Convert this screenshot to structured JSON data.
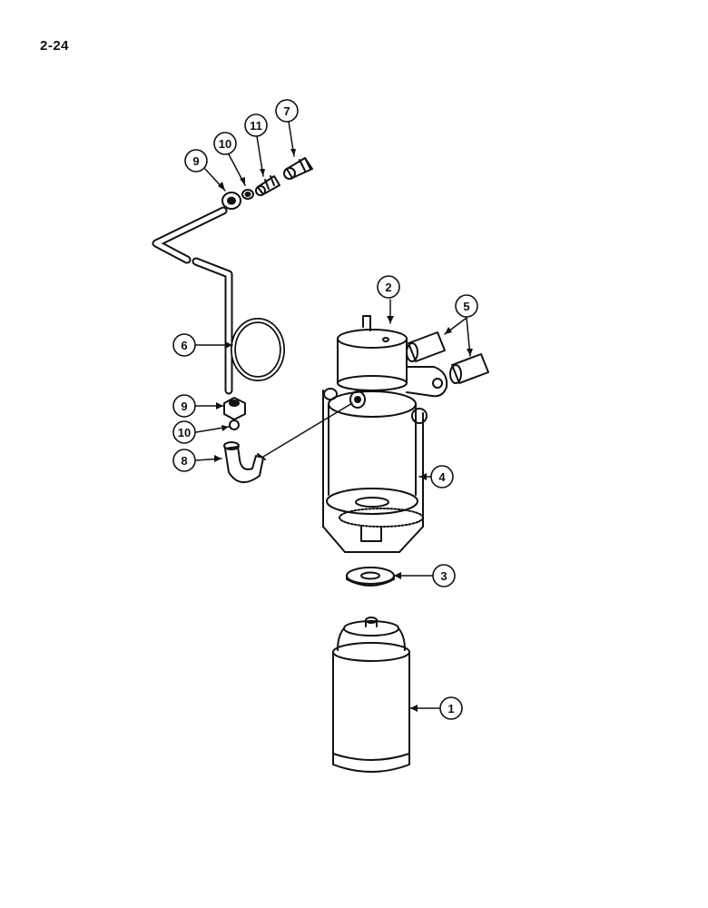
{
  "page": {
    "number": "2-24"
  },
  "callouts": [
    {
      "label": "1"
    },
    {
      "label": "2"
    },
    {
      "label": "3"
    },
    {
      "label": "4"
    },
    {
      "label": "5"
    },
    {
      "label": "6"
    },
    {
      "label": "7"
    },
    {
      "label": "8"
    },
    {
      "label": "9"
    },
    {
      "label": "10"
    },
    {
      "label": "11"
    },
    {
      "label": "9"
    },
    {
      "label": "10"
    }
  ]
}
